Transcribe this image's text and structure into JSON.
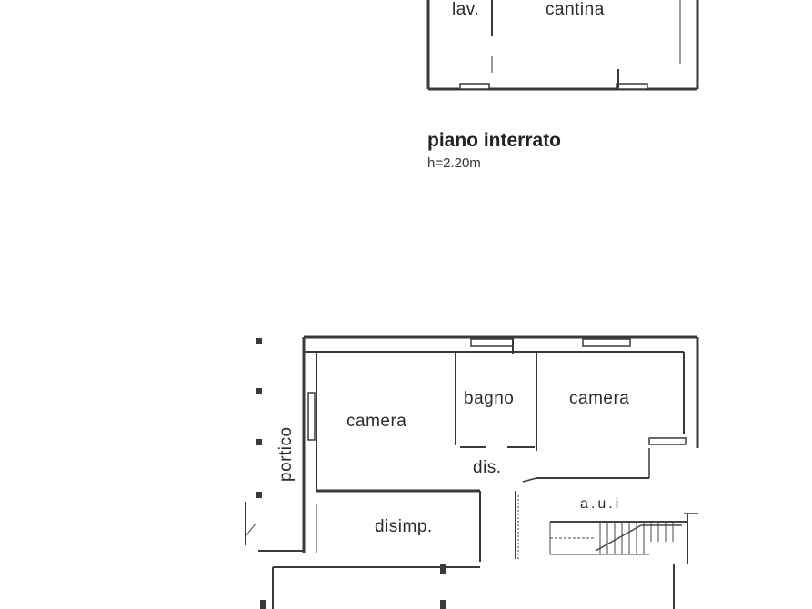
{
  "basement": {
    "rooms": {
      "lav": "lav.",
      "cantina": "cantina"
    },
    "title": "piano interrato",
    "height": "h=2.20m"
  },
  "ground": {
    "rooms": {
      "portico": "portico",
      "camera_left": "camera",
      "bagno": "bagno",
      "camera_right": "camera",
      "dis": "dis.",
      "disimp": "disimp.",
      "aui": "a.u.i"
    }
  },
  "colors": {
    "wall": "#3a3a3a",
    "thin": "#555555",
    "stairs": "#444444"
  }
}
